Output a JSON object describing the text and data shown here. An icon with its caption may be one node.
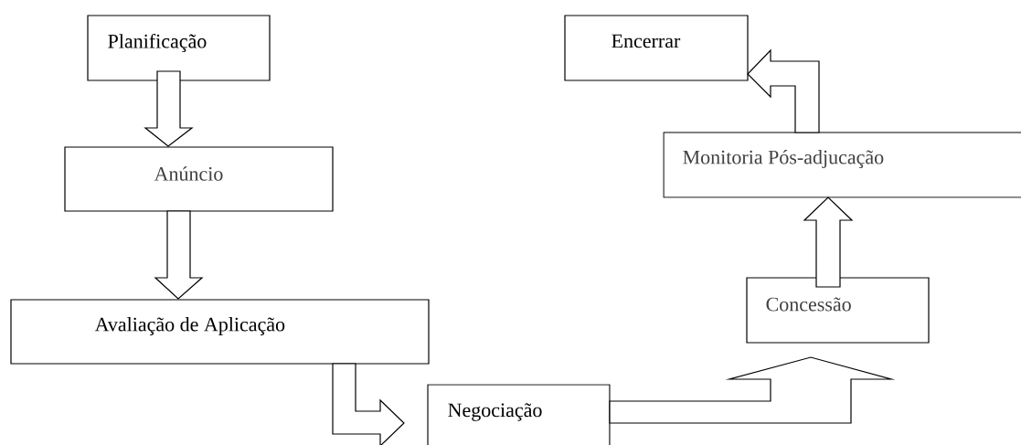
{
  "diagram": {
    "nodes": [
      {
        "text": [
          "Planificação"
        ]
      },
      {
        "text": [
          "Anúncio"
        ]
      },
      {
        "text": [
          "Avaliação de Aplicação"
        ]
      },
      {
        "text": [
          "Negociação"
        ]
      },
      {
        "text": [
          "Concessão"
        ]
      },
      {
        "text": [
          "Monitoria Pós-adjucação"
        ]
      },
      {
        "text": [
          "Encerrar"
        ]
      }
    ],
    "edges": [
      {
        "from": 0,
        "to": 1,
        "arrow": "to"
      },
      {
        "from": 1,
        "to": 2,
        "arrow": "to"
      },
      {
        "from": 2,
        "to": 3,
        "arrow": "to"
      },
      {
        "from": 3,
        "to": 4,
        "arrow": "to"
      },
      {
        "from": 4,
        "to": 5,
        "arrow": "to"
      },
      {
        "from": 5,
        "to": 6,
        "arrow": "to"
      }
    ]
  }
}
